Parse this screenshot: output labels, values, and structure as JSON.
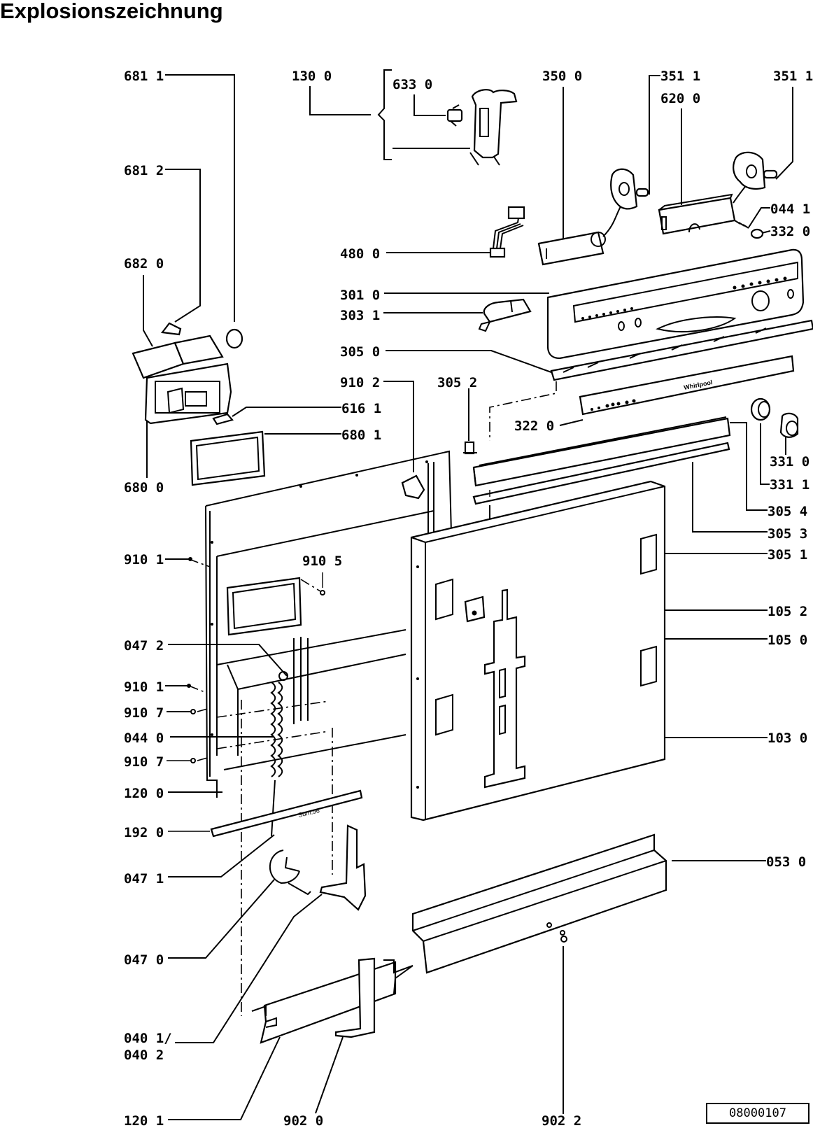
{
  "page": {
    "title": "Explosionszeichnung",
    "reference_number": "08000107",
    "brand_logo_text": "Whirlpool",
    "stamp_text": "Som.96"
  },
  "labels": {
    "l_681_1": "681 1",
    "l_681_2": "681 2",
    "l_682_0": "682 0",
    "l_680_0": "680 0",
    "l_130_0": "130 0",
    "l_633_0": "633 0",
    "l_350_0": "350 0",
    "l_351_1a": "351 1",
    "l_620_0": "620 0",
    "l_351_1b": "351 1",
    "l_044_1": "044 1",
    "l_332_0": "332 0",
    "l_480_0": "480 0",
    "l_301_0": "301 0",
    "l_303_1": "303 1",
    "l_305_0": "305 0",
    "l_910_2": "910 2",
    "l_305_2": "305 2",
    "l_616_1": "616 1",
    "l_680_1": "680 1",
    "l_322_0": "322 0",
    "l_331_0": "331 0",
    "l_331_1": "331 1",
    "l_305_4": "305 4",
    "l_305_3": "305 3",
    "l_305_1": "305 1",
    "l_910_1a": "910 1",
    "l_910_5": "910 5",
    "l_105_2": "105 2",
    "l_105_0": "105 0",
    "l_047_2": "047 2",
    "l_910_1b": "910 1",
    "l_910_7a": "910 7",
    "l_044_0": "044 0",
    "l_910_7b": "910 7",
    "l_103_0": "103 0",
    "l_120_0": "120 0",
    "l_192_0": "192 0",
    "l_047_1": "047 1",
    "l_053_0": "053 0",
    "l_047_0": "047 0",
    "l_040_1": "040 1/",
    "l_040_2": "040 2",
    "l_120_1": "120 1",
    "l_902_0": "902 0",
    "l_902_2": "902 2"
  }
}
